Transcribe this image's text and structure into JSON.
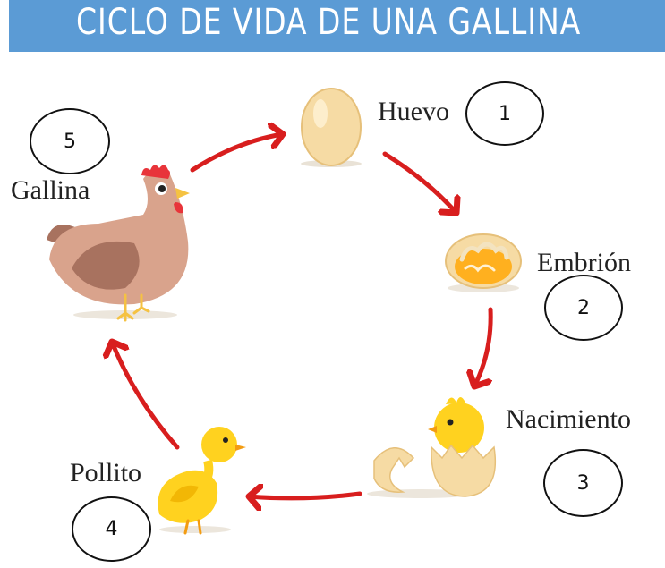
{
  "title": "CICLO DE VIDA DE UNA GALLINA",
  "stages": [
    {
      "label": "Huevo",
      "number": "1"
    },
    {
      "label": "Embrión",
      "number": "2"
    },
    {
      "label": "Nacimiento",
      "number": "3"
    },
    {
      "label": "Pollito",
      "number": "4"
    },
    {
      "label": "Gallina",
      "number": "5"
    }
  ],
  "colors": {
    "banner": "#5b9bd5",
    "arrow": "#d81e1e",
    "egg": "#f6dba4",
    "yolk": "#ffb01f",
    "chick": "#ffd21f",
    "hen_body": "#d9a38c",
    "hen_wing": "#a8725f",
    "comb": "#e8343a"
  }
}
